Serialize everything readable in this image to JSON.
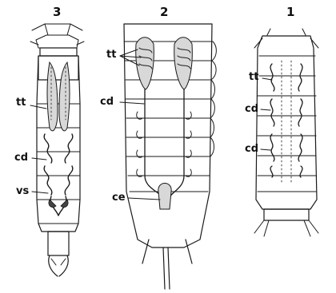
{
  "figure": {
    "panels": [
      {
        "number": "3",
        "labels": [
          "tt",
          "cd",
          "vs"
        ]
      },
      {
        "number": "2",
        "labels": [
          "tt",
          "cd",
          "ce"
        ]
      },
      {
        "number": "1",
        "labels": [
          "tt",
          "cd",
          "cd"
        ]
      }
    ]
  }
}
